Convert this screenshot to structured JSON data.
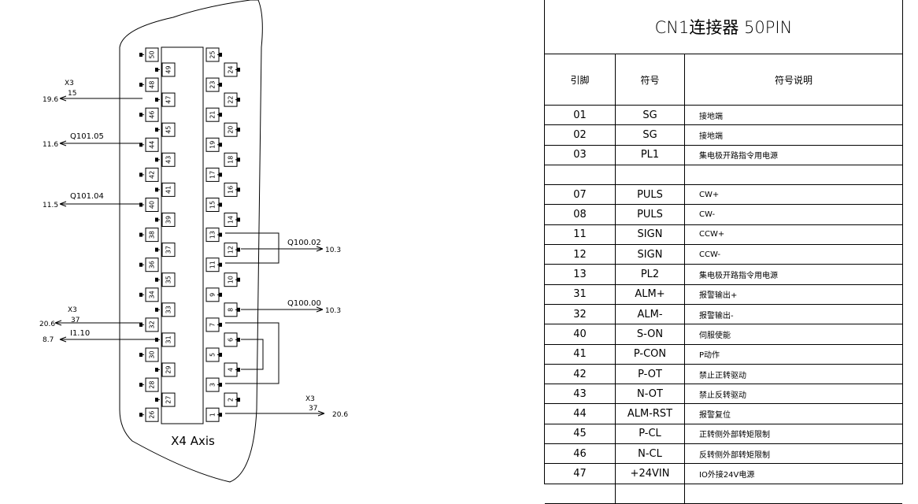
{
  "connector": {
    "label": "X4 Axis",
    "left_pins": [
      "50",
      "48",
      "46",
      "44",
      "42",
      "40",
      "38",
      "36",
      "34",
      "32",
      "30",
      "28",
      "26"
    ],
    "left_inner_pins": [
      "49",
      "47",
      "45",
      "43",
      "41",
      "39",
      "37",
      "35",
      "33",
      "31",
      "29",
      "27"
    ],
    "right_pins": [
      "25",
      "23",
      "21",
      "19",
      "17",
      "15",
      "13",
      "11",
      "9",
      "7",
      "5",
      "3",
      "1"
    ],
    "right_inner_pins": [
      "24",
      "22",
      "20",
      "18",
      "16",
      "14",
      "12",
      "10",
      "8",
      "6",
      "4",
      "2"
    ]
  },
  "wires": {
    "x3_a": {
      "name": "X3",
      "num": "15",
      "ref": "19.6"
    },
    "q101_05": {
      "name": "Q101.05",
      "ref": "11.6"
    },
    "q101_04": {
      "name": "Q101.04",
      "ref": "11.5"
    },
    "x3_b": {
      "name": "X3",
      "num": "37",
      "ref": "20.6"
    },
    "i1_10": {
      "name": "I1.10",
      "ref": "8.7"
    },
    "q100_02": {
      "name": "Q100.02",
      "ref": "10.3"
    },
    "q100_00": {
      "name": "Q100.00",
      "ref": "10.3"
    },
    "x3_c": {
      "name": "X3",
      "num": "37",
      "ref": "20.6"
    }
  },
  "pin_table": {
    "title": "CN1连接器 50PIN",
    "headers": [
      "引脚",
      "符号",
      "符号说明"
    ],
    "rows": [
      [
        "01",
        "SG",
        "接地端"
      ],
      [
        "02",
        "SG",
        "接地端"
      ],
      [
        "03",
        "PL1",
        "集电极开路指令用电源"
      ],
      [
        "",
        "",
        ""
      ],
      [
        "07",
        "PULS",
        "CW+"
      ],
      [
        "08",
        "PULS",
        "CW-"
      ],
      [
        "11",
        "SIGN",
        "CCW+"
      ],
      [
        "12",
        "SIGN",
        "CCW-"
      ],
      [
        "13",
        "PL2",
        "集电极开路指令用电源"
      ],
      [
        "31",
        "ALM+",
        "报警输出+"
      ],
      [
        "32",
        "ALM-",
        "报警输出-"
      ],
      [
        "40",
        "S-ON",
        "伺服使能"
      ],
      [
        "41",
        "P-CON",
        "P动作"
      ],
      [
        "42",
        "P-OT",
        "禁止正转驱动"
      ],
      [
        "43",
        "N-OT",
        "禁止反转驱动"
      ],
      [
        "44",
        "ALM-RST",
        "报警复位"
      ],
      [
        "45",
        "P-CL",
        "正转侧外部转矩限制"
      ],
      [
        "46",
        "N-CL",
        "反转侧外部转矩限制"
      ],
      [
        "47",
        "+24VIN",
        "IO外接24V电源"
      ],
      [
        "",
        "",
        ""
      ]
    ]
  }
}
